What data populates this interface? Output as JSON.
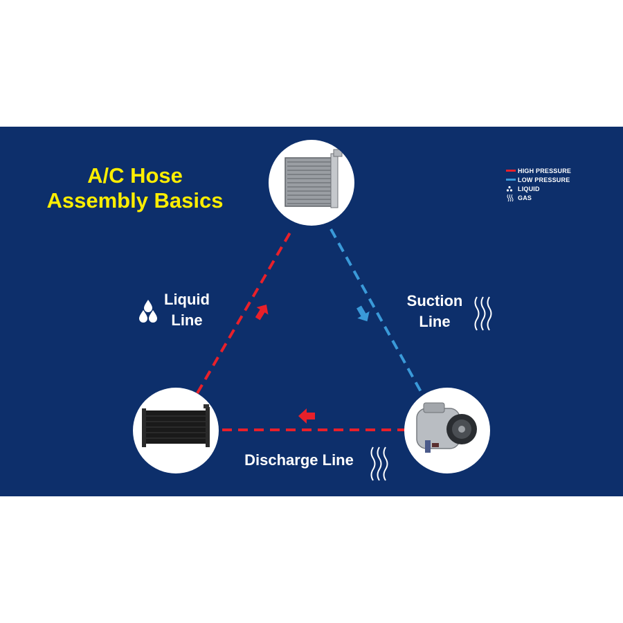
{
  "title": {
    "line1": "A/C Hose",
    "line2": "Assembly Basics"
  },
  "legend": {
    "items": [
      {
        "label": "HIGH PRESSURE",
        "key": "dash",
        "color": "#e8202a"
      },
      {
        "label": "LOW PRESSURE",
        "key": "dash",
        "color": "#3a9ad9"
      },
      {
        "label": "LIQUID",
        "key": "droplets-icon"
      },
      {
        "label": "GAS",
        "key": "gas-waves-icon"
      }
    ]
  },
  "labels": {
    "liquid_line": {
      "line1": "Liquid",
      "line2": "Line"
    },
    "suction_line": {
      "line1": "Suction",
      "line2": "Line"
    },
    "discharge_line": "Discharge Line"
  },
  "components": [
    {
      "id": "evaporator",
      "icon": "evaporator-core-icon"
    },
    {
      "id": "condenser",
      "icon": "condenser-icon"
    },
    {
      "id": "compressor",
      "icon": "compressor-icon"
    }
  ],
  "colors": {
    "background": "#0d2f6b",
    "high_pressure": "#e8202a",
    "low_pressure": "#3a9ad9",
    "title": "#ffee00",
    "text": "#ffffff"
  }
}
